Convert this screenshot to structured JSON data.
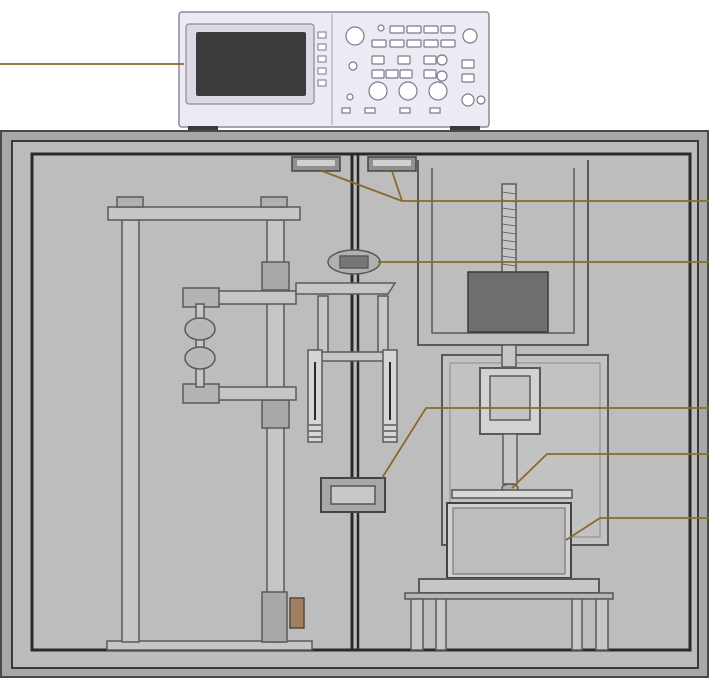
{
  "figure": {
    "kind": "experimental apparatus schematic (unlabeled)",
    "colors": {
      "background": "#ffffff",
      "cabinet_fill": "#a8a8a8",
      "cabinet_frame": "#4a4a4a",
      "chamber_fill": "#bdbdbd",
      "part_fill": "#c6c6c6",
      "part_stroke": "#5a5a5a",
      "dark_part": "#6e6e6e",
      "leader_line": "#8a6a2a",
      "oscilloscope_body": "#eeeaf3",
      "oscilloscope_screen": "#3b3b3b"
    },
    "components": {
      "oscilloscope": "oscilloscope",
      "left_stand": "clamp-stand",
      "right_rig": "loading-frame",
      "specimen_box": "specimen-container"
    },
    "leader_lines": 6
  }
}
